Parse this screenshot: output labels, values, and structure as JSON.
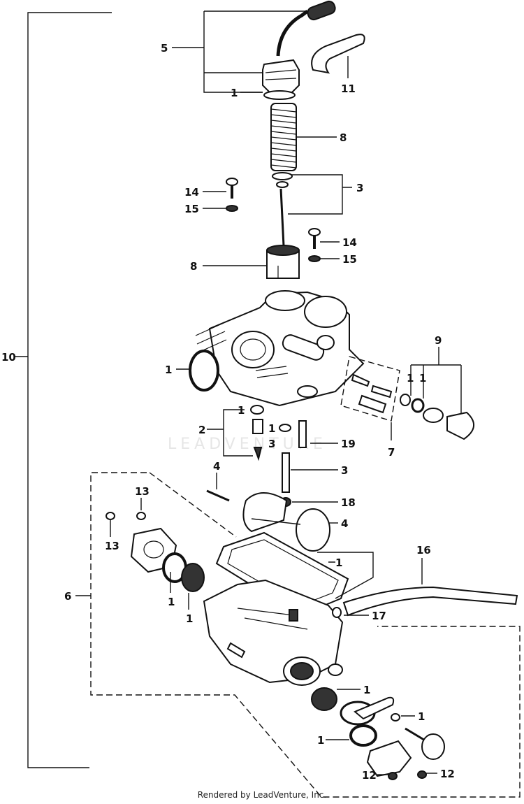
{
  "diagram": {
    "watermark": "LEADVENTURE",
    "footer": "Rendered by LeadVenture, Inc.",
    "labels": {
      "l10": "10",
      "l5": "5",
      "l1_top": "1",
      "l11": "11",
      "l8_spring": "8",
      "l3_clip": "3",
      "l14_a": "14",
      "l15_a": "15",
      "l14_b": "14",
      "l15_b": "15",
      "l8_slide": "8",
      "l1_body": "1",
      "l9": "9",
      "l1_choke_a": "1",
      "l1_choke_b": "1",
      "l7": "7",
      "l1_jet": "1",
      "l2": "2",
      "l1_jetb": "1",
      "l3_jetb": "3",
      "l19": "19",
      "l3_needlejet": "3",
      "l4_pin": "4",
      "l18": "18",
      "l4_float": "4",
      "l13_a": "13",
      "l13_b": "13",
      "l1_gasket": "1",
      "l16": "16",
      "l17": "17",
      "l6": "6",
      "l1_ring": "1",
      "l1_screen": "1",
      "l1_drain_a": "1",
      "l1_drain_b": "1",
      "l1_drain_c": "1",
      "l12_a": "12",
      "l12_b": "12"
    }
  }
}
